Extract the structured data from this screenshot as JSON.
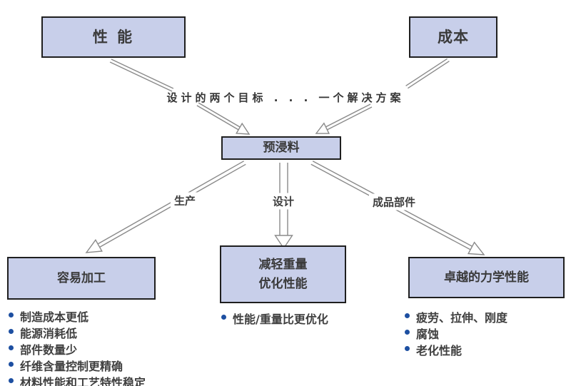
{
  "diagram": {
    "top_boxes": [
      {
        "label": "性 能"
      },
      {
        "label": "成本"
      }
    ],
    "caption": "设计的两个目标 . . . 一个解决方案",
    "center_box": {
      "label": "预浸料"
    },
    "branches": [
      {
        "label": "生产"
      },
      {
        "label": "设计"
      },
      {
        "label": "成品部件"
      }
    ],
    "outcomes": [
      {
        "title_lines": [
          "容易加工"
        ],
        "bullets": [
          "制造成本更低",
          "能源消耗低",
          "部件数量少",
          "纤维含量控制更精确",
          "材料性能和工艺特性稳定"
        ]
      },
      {
        "title_lines": [
          "减轻重量",
          "优化性能"
        ],
        "bullets": [
          "性能/重量比更优化"
        ]
      },
      {
        "title_lines": [
          "卓越的力学性能"
        ],
        "bullets": [
          "疲劳、拉伸、刚度",
          "腐蚀",
          "老化性能"
        ]
      }
    ]
  },
  "colors": {
    "box_fill": "#c8cfea",
    "box_border": "#1f1f1f",
    "arrow_stroke": "#8a8a8a",
    "arrowhead_fill": "#ffffff",
    "text": "#3c3c3c",
    "bullet_dot": "#1d4fa1",
    "background": "#ffffff"
  }
}
